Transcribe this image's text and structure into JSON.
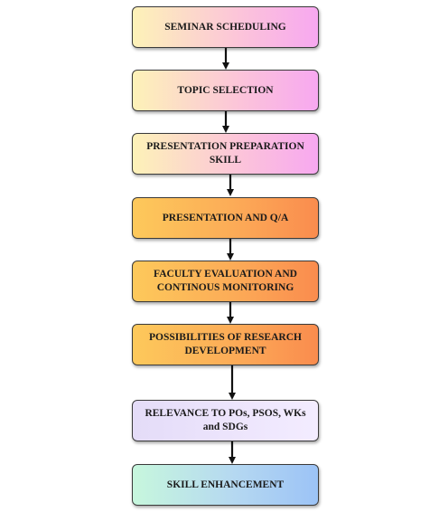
{
  "steps": [
    {
      "label": "SEMINAR SCHEDULING"
    },
    {
      "label": "TOPIC SELECTION"
    },
    {
      "label": "PRESENTATION PREPARATION SKILL"
    },
    {
      "label": "PRESENTATION AND Q/A"
    },
    {
      "label": "FACULTY EVALUATION AND CONTINOUS MONITORING"
    },
    {
      "label": "POSSIBILITIES OF RESEARCH DEVELOPMENT"
    },
    {
      "label": "RELEVANCE TO POs, PSOS, WKs and SDGs"
    },
    {
      "label": "SKILL ENHANCEMENT"
    }
  ],
  "colors": {
    "arrow": "#111111",
    "border": "#3a3a3a"
  }
}
